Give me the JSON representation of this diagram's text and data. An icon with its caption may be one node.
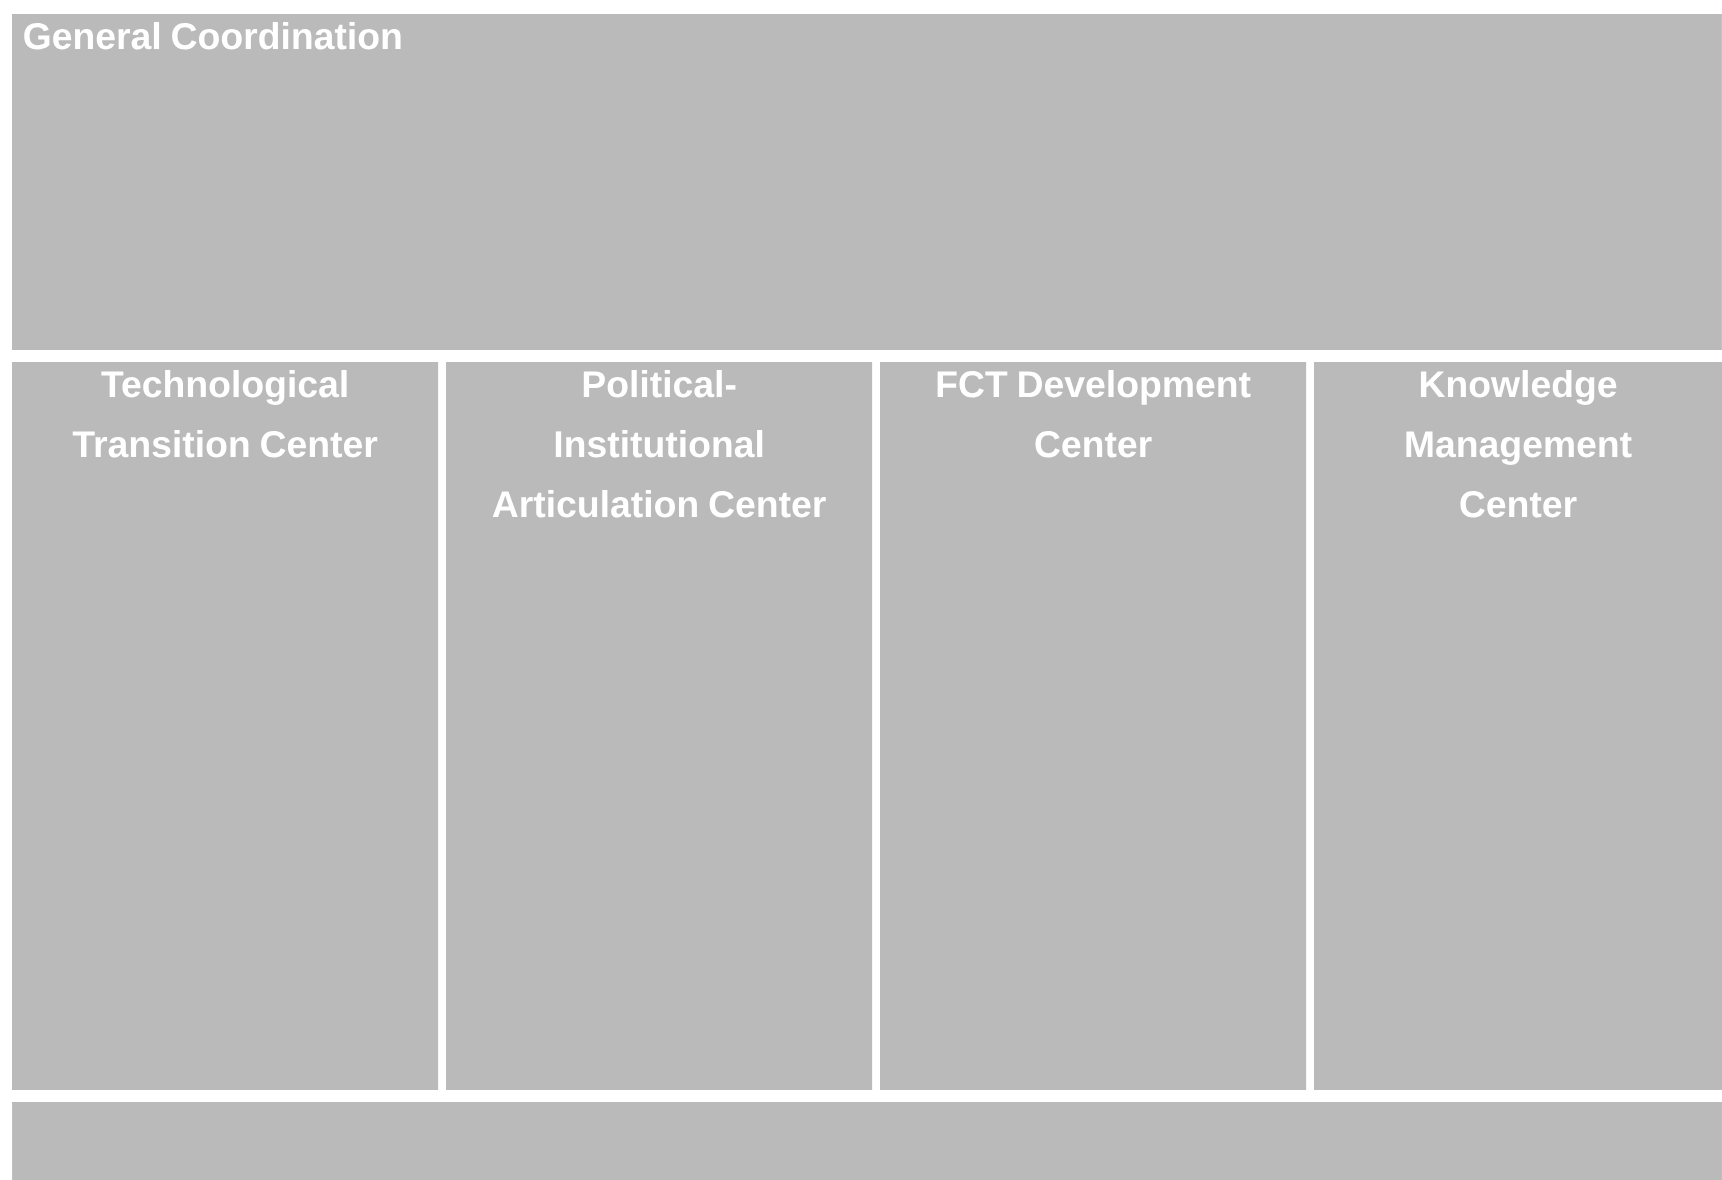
{
  "diagram": {
    "nodes": [
      {
        "text": [
          "General Coordination"
        ]
      },
      {
        "text": [
          "Technological Transition Center"
        ]
      },
      {
        "text": [
          "Political-Institutional Articulation Center"
        ]
      },
      {
        "text": [
          "FCT Development Center"
        ]
      },
      {
        "text": [
          "Knowledge Management Center"
        ]
      },
      {
        "text": [],
        "shape": "bar"
      }
    ]
  }
}
